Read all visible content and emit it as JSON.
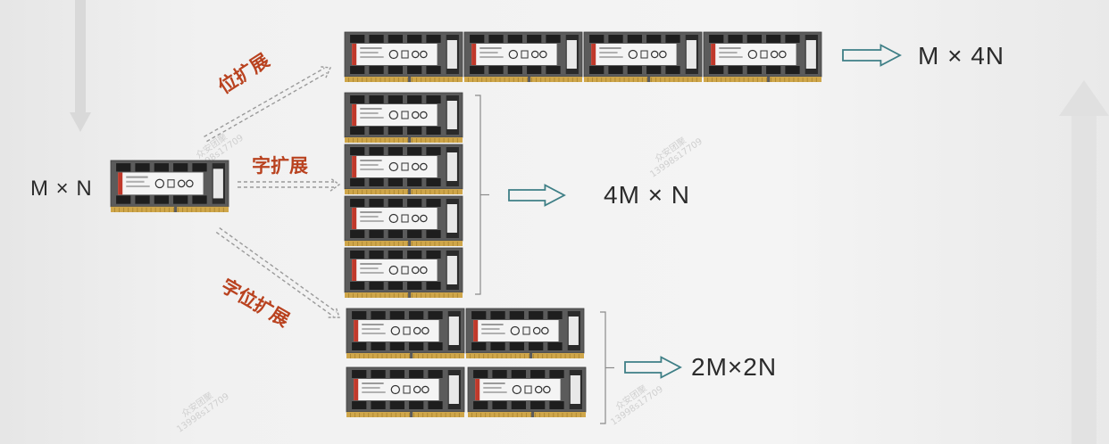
{
  "labels": {
    "source": "M × N",
    "bit_ext": "位扩展",
    "word_ext": "字扩展",
    "both_ext": "字位扩展",
    "result_bit": "M × 4N",
    "result_word": "4M × N",
    "result_both": "2M×2N"
  },
  "watermark": {
    "line1": "众安团聚",
    "line2": "13998s17709"
  },
  "colors": {
    "label_red": "#b9421f",
    "pcb": "#5b5b5b",
    "gold": "#cfa64a",
    "arrow_outline": "#3e7f86",
    "dashed_arrow": "#9a9a9a"
  }
}
